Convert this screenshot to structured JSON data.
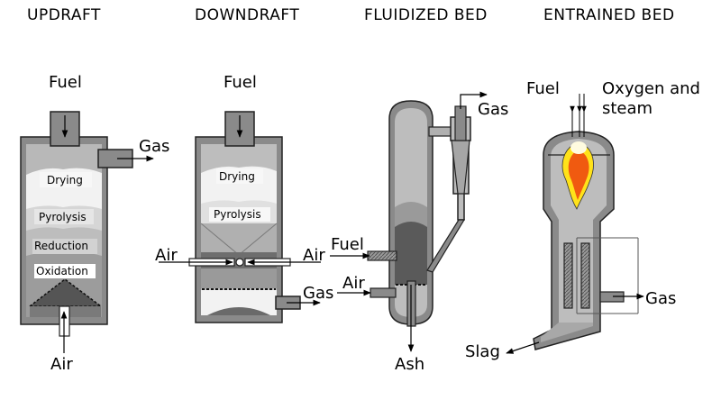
{
  "titles": {
    "updraft": "UPDRAFT",
    "downdraft": "DOWNDRAFT",
    "fluidized": "FLUIDIZED BED",
    "entrained": "ENTRAINED BED"
  },
  "updraft": {
    "fuel": "Fuel",
    "gas": "Gas",
    "air": "Air",
    "zones": [
      "Drying",
      "Pyrolysis",
      "Reduction",
      "Oxidation"
    ]
  },
  "downdraft": {
    "fuel": "Fuel",
    "gas": "Gas",
    "air_left": "Air",
    "air_right": "Air",
    "zones": [
      "Drying",
      "Pyrolysis"
    ]
  },
  "fluidized": {
    "gas": "Gas",
    "fuel": "Fuel",
    "air": "Air",
    "ash": "Ash"
  },
  "entrained": {
    "fuel": "Fuel",
    "oxygen_line1": "Oxygen and",
    "oxygen_line2": "steam",
    "gas": "Gas",
    "slag": "Slag"
  },
  "colors": {
    "body": "#8a8a8a",
    "inner": "#b4b4b4",
    "dark": "#555555",
    "outline": "#222222",
    "flame_outer": "#ffe21a",
    "flame_inner": "#f05a10"
  }
}
